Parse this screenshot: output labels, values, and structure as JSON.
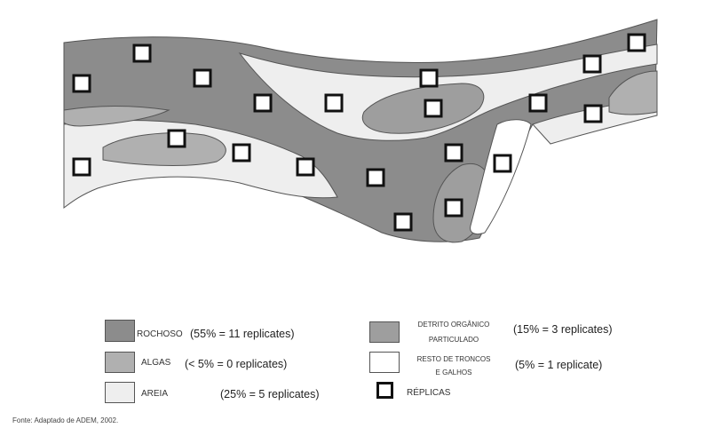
{
  "colors": {
    "rochoso": "#8c8c8c",
    "algas": "#b0b0b0",
    "areia": "#eeeeee",
    "detrito": "#9e9e9e",
    "resto": "#ffffff",
    "outline": "#555555",
    "replica_border": "#111111"
  },
  "legend": {
    "rochoso": {
      "label": "ROCHOSO",
      "pct": "(55% = 11 replicates)"
    },
    "algas": {
      "label": "ALGAS",
      "pct": "(< 5% = 0 replicates)"
    },
    "areia": {
      "label": "AREIA",
      "pct": "(25% = 5 replicates)"
    },
    "detrito": {
      "label_line1": "DETRITO ORGÂNICO",
      "label_line2": "PARTICULADO",
      "pct": "(15% = 3 replicates)"
    },
    "resto": {
      "label_line1": "RESTO DE TRONCOS",
      "label_line2": "E GALHOS",
      "pct": "(5% = 1 replicate)"
    },
    "replicas": {
      "label": "RÉPLICAS"
    }
  },
  "source": "Fonte: Adaptado de ADEM, 2002."
}
